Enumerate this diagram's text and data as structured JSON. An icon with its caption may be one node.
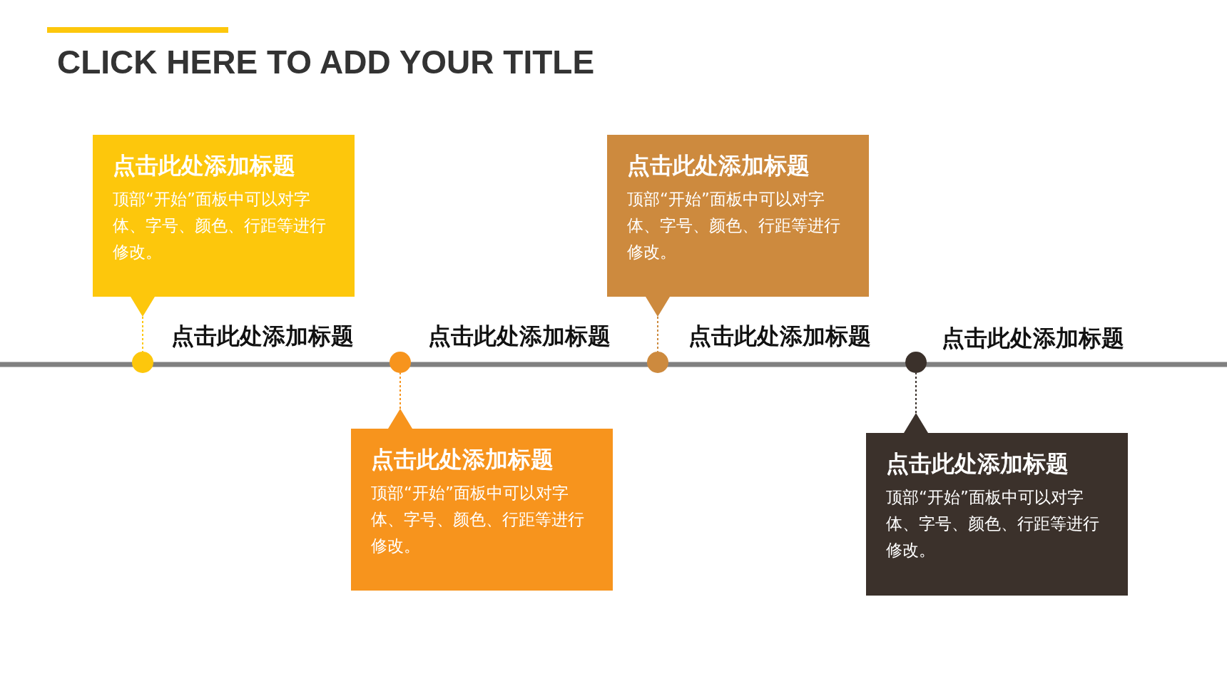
{
  "diagram": {
    "title": "CLICK HERE TO ADD YOUR TITLE",
    "nodes": [
      {
        "text": [
          "点击此处添加标题",
          "顶部“开始”面板中可以对字体、字号、颜色、行距等进行修改。"
        ]
      },
      {
        "text": [
          "点击此处添加标题",
          "顶部“开始”面板中可以对字体、字号、颜色、行距等进行修改。"
        ]
      },
      {
        "text": [
          "点击此处添加标题",
          "顶部“开始”面板中可以对字体、字号、颜色、行距等进行修改。"
        ]
      },
      {
        "text": [
          "点击此处添加标题",
          "顶部“开始”面板中可以对字体、字号、颜色、行距等进行修改。"
        ]
      },
      {
        "text": [],
        "shape": "circle"
      },
      {
        "text": [],
        "shape": "circle"
      },
      {
        "text": [],
        "shape": "circle"
      },
      {
        "text": [],
        "shape": "circle"
      }
    ],
    "edges": [
      {
        "from": 0,
        "to": 4,
        "arrow": "none",
        "style": "dashed",
        "color": "#fdc70c"
      },
      {
        "from": 1,
        "to": 5,
        "arrow": "none",
        "style": "dashed",
        "color": "#f7941d"
      },
      {
        "from": 2,
        "to": 6,
        "arrow": "none",
        "style": "dashed",
        "color": "#cd8a3e"
      },
      {
        "from": 3,
        "to": 7,
        "arrow": "none",
        "style": "dashed",
        "color": "#3b312b"
      }
    ],
    "labels": [
      "点击此处添加标题",
      "点击此处添加标题",
      "点击此处添加标题",
      "点击此处添加标题"
    ]
  }
}
